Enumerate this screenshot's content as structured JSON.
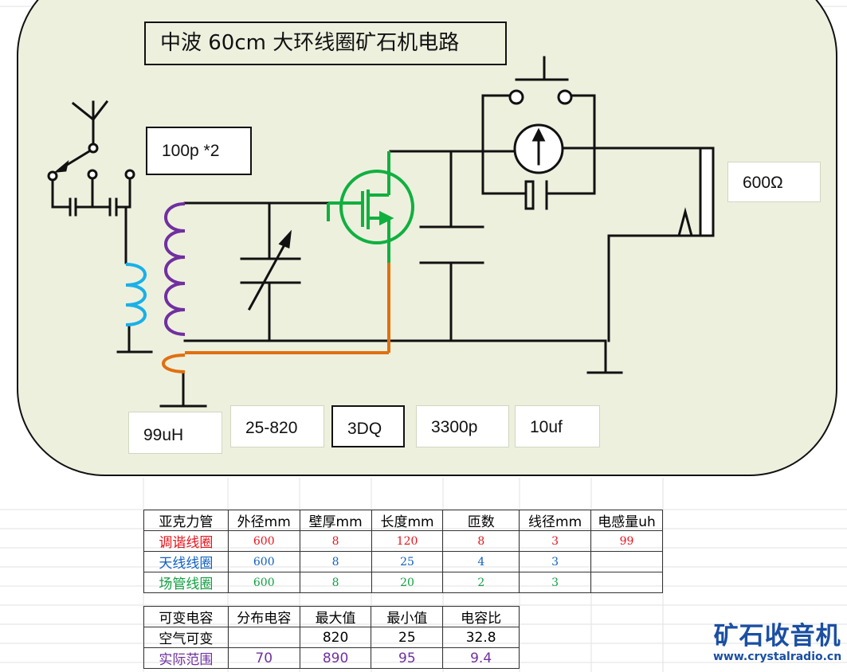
{
  "title": "中波 60cm 大环线圈矿石机电路",
  "labels": {
    "cap_pair": "100p *2",
    "headphone": "600Ω",
    "tuning_inductance": "99uH",
    "variable_cap": "25-820",
    "diode": "3DQ",
    "cap_3300": "3300p",
    "cap_10uf": "10uf"
  },
  "coil_table": {
    "headers": [
      "亚克力管",
      "外径mm",
      "壁厚mm",
      "长度mm",
      "匝数",
      "线径mm",
      "电感量uh"
    ],
    "rows": [
      {
        "cells": [
          "调谐线圈",
          "600",
          "8",
          "120",
          "8",
          "3",
          "99"
        ],
        "color": "#e8141c"
      },
      {
        "cells": [
          "天线线圈",
          "600",
          "8",
          "25",
          "4",
          "3",
          ""
        ],
        "color": "#1060c0"
      },
      {
        "cells": [
          "场管线圈",
          "600",
          "8",
          "20",
          "2",
          "3",
          ""
        ],
        "color": "#10a040"
      }
    ]
  },
  "cap_table": {
    "headers": [
      "可变电容",
      "分布电容",
      "最大值",
      "最小值",
      "电容比"
    ],
    "rows": [
      {
        "cells": [
          "空气可变",
          "",
          "820",
          "25",
          "32.8"
        ],
        "color": "#111111"
      },
      {
        "cells": [
          "实际范围",
          "70",
          "890",
          "95",
          "9.4"
        ],
        "color": "#7030a0"
      }
    ]
  },
  "logo": {
    "name": "矿石收音机",
    "url": "www.crystalradio.cn"
  },
  "colors": {
    "panel": "#eef0de",
    "tuning_coil": "#7030a0",
    "antenna_coil": "#1ab0e8",
    "fet_coil": "#e07010",
    "fet": "#10b040"
  }
}
